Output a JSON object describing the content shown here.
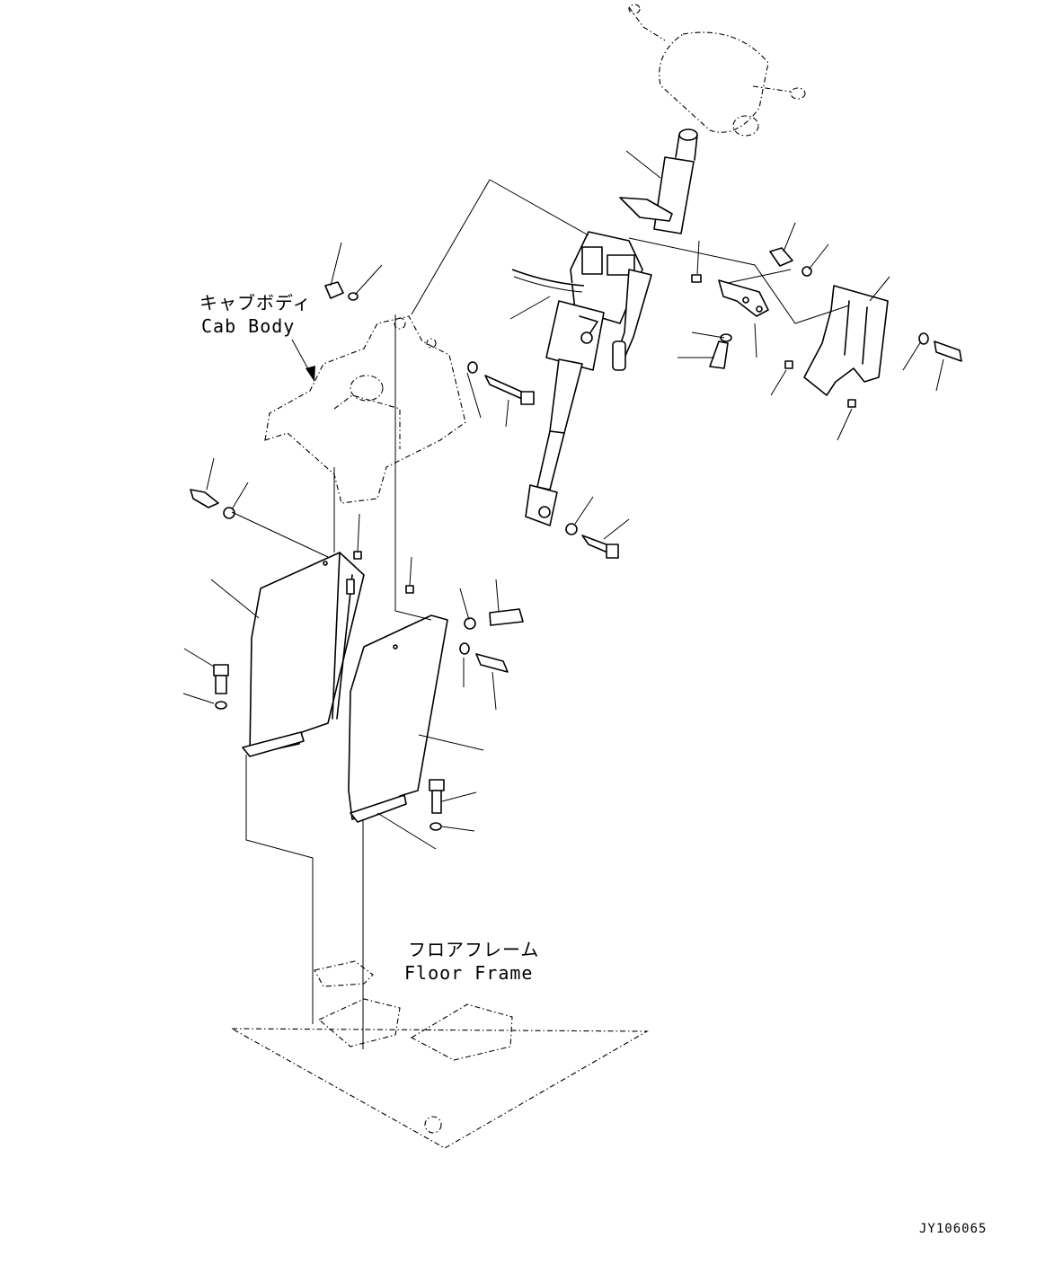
{
  "labels": {
    "cab_body_jp": "キャブボディ",
    "cab_body_en": "Cab Body",
    "floor_frame_jp": "フロアフレーム",
    "floor_frame_en": "Floor Frame",
    "drawing_ref": "JY106065"
  },
  "parts": [
    "steering-column",
    "steering-wheel-ghost",
    "column-bracket",
    "cab-body-bracket",
    "left-cover-panel",
    "right-cover-panel",
    "side-bracket",
    "floor-frame-plate"
  ]
}
